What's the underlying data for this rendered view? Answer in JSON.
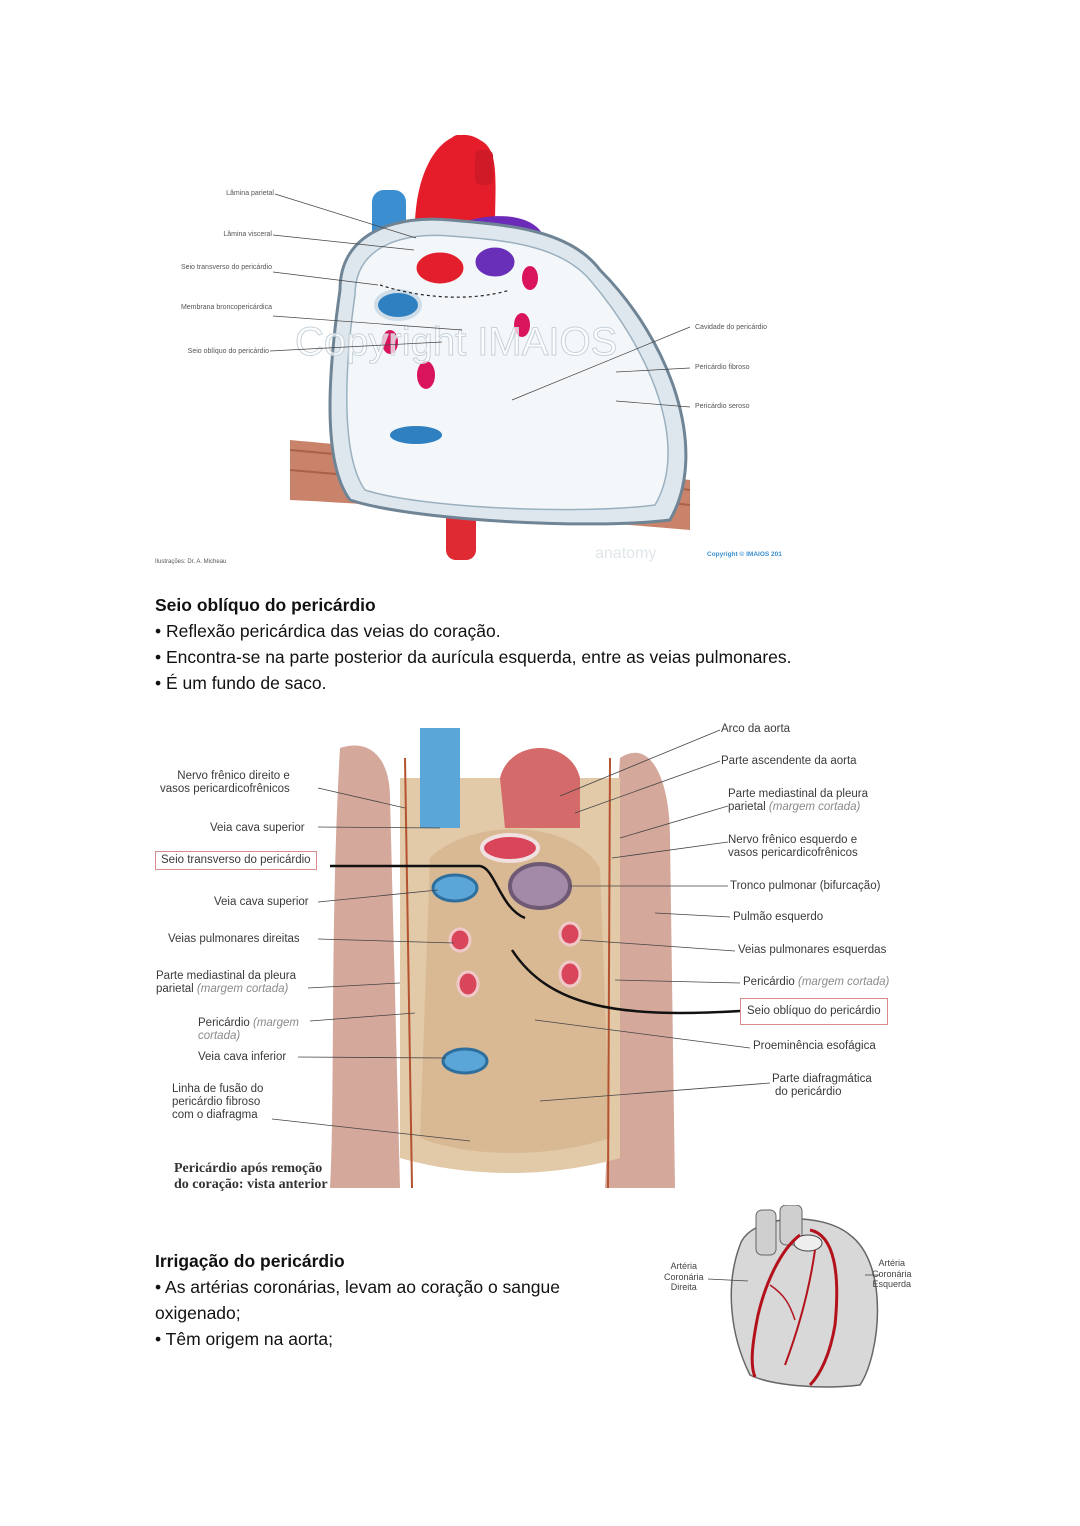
{
  "figure1": {
    "labels_left": [
      "Lâmina parietal",
      "Lâmina visceral",
      "Seio transverso do pericárdio",
      "Membrana broncopericárdica",
      "Seio oblíquo do pericárdio"
    ],
    "labels_right": [
      "Cavidade do pericárdio",
      "Pericárdio fibroso",
      "Pericárdio seroso"
    ],
    "watermark": "Copyright IMAIOS",
    "watermark_bottom": "anatomy",
    "credit_left": "Ilustrações: Dr. A. Micheau",
    "credit_right": "Copyright © IMAIOS 201"
  },
  "section1": {
    "title": "Seio oblíquo do pericárdio",
    "bullets": [
      "• Reflexão pericárdica das veias do coração.",
      "• Encontra-se na parte posterior da aurícula esquerda, entre as veias pulmonares.",
      "• É um fundo de saco."
    ]
  },
  "figure2": {
    "left_labels": {
      "l1": "Nervo frênico direito e",
      "l1b": "vasos pericardicofrênicos",
      "l2": "Veia cava superior",
      "l3": "Seio transverso do pericárdio",
      "l4": "Veia cava superior",
      "l5": "Veias pulmonares direitas",
      "l6": "Parte mediastinal da pleura",
      "l6b": "parietal",
      "l6c": "(margem cortada)",
      "l7": "Pericárdio",
      "l7b": "(margem",
      "l7c": "cortada)",
      "l8": "Veia cava inferior",
      "l9": "Linha de fusão do",
      "l9b": "pericárdio fibroso",
      "l9c": "com o diafragma"
    },
    "right_labels": {
      "r1": "Arco da aorta",
      "r2": "Parte ascendente da aorta",
      "r3": "Parte mediastinal da pleura",
      "r3b": "parietal",
      "r3c": "(margem cortada)",
      "r4": "Nervo frênico esquerdo e",
      "r4b": "vasos pericardicofrênicos",
      "r5": "Tronco pulmonar (bifurcação)",
      "r6": "Pulmão esquerdo",
      "r7": "Veias pulmonares esquerdas",
      "r8": "Pericárdio",
      "r8b": "(margem cortada)",
      "r9": "Seio oblíquo do pericárdio",
      "r10": "Proeminência esofágica",
      "r11": "Parte diafragmática",
      "r11b": "do pericárdio"
    },
    "caption_line1": "Pericárdio após remoção",
    "caption_line2": "do coração: vista anterior"
  },
  "section2": {
    "title": "Irrigação do pericárdio",
    "bullets": [
      "• As artérias coronárias, levam ao coração o sangue oxigenado;",
      "• Têm origem na aorta;"
    ]
  },
  "figure3": {
    "left_label": [
      "Artéria",
      "Coronária",
      "Direita"
    ],
    "right_label": [
      "Artéria",
      "Coronária",
      "Esquerda"
    ]
  }
}
